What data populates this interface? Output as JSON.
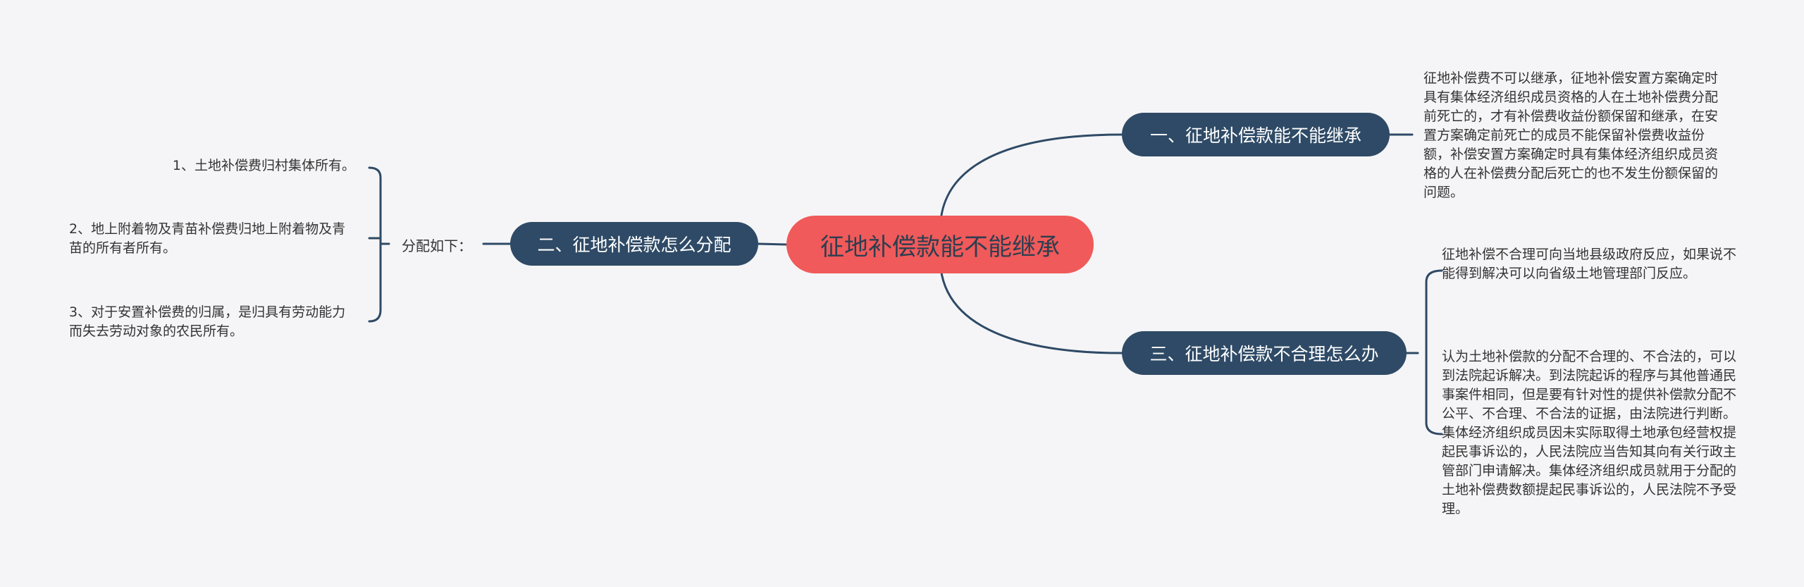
{
  "root": {
    "label": "征地补偿款能不能继承"
  },
  "branches": {
    "b1": {
      "label": "一、征地补偿款能不能继承",
      "note": "征地补偿费不可以继承，征地补偿安置方案确定时具有集体经济组织成员资格的人在土地补偿费分配前死亡的，才有补偿费收益份额保留和继承，在安置方案确定前死亡的成员不能保留补偿费收益份额，补偿安置方案确定时具有集体经济组织成员资格的人在补偿费分配后死亡的也不发生份额保留的问题。"
    },
    "b2": {
      "label": "二、征地补偿款怎么分配",
      "sub_label": "分配如下：",
      "items": [
        "1、土地补偿费归村集体所有。",
        "2、地上附着物及青苗补偿费归地上附着物及青苗的所有者所有。",
        "3、对于安置补偿费的归属，是归具有劳动能力而失去劳动对象的农民所有。"
      ]
    },
    "b3": {
      "label": "三、征地补偿款不合理怎么办",
      "notes": [
        "征地补偿不合理可向当地县级政府反应，如果说不能得到解决可以向省级土地管理部门反应。",
        "认为土地补偿款的分配不合理的、不合法的，可以到法院起诉解决。到法院起诉的程序与其他普通民事案件相同，但是要有针对性的提供补偿款分配不公平、不合理、不合法的证据，由法院进行判断。集体经济组织成员因未实际取得土地承包经营权提起民事诉讼的，人民法院应当告知其向有关行政主管部门申请解决。集体经济组织成员就用于分配的土地补偿费数额提起民事诉讼的，人民法院不予受理。"
      ]
    }
  },
  "colors": {
    "background": "#f5f5f7",
    "root_fill": "#f05a5a",
    "root_text": "#2d3e50",
    "branch_fill": "#2e4a66",
    "branch_text": "#ffffff",
    "line": "#2e4a66"
  }
}
